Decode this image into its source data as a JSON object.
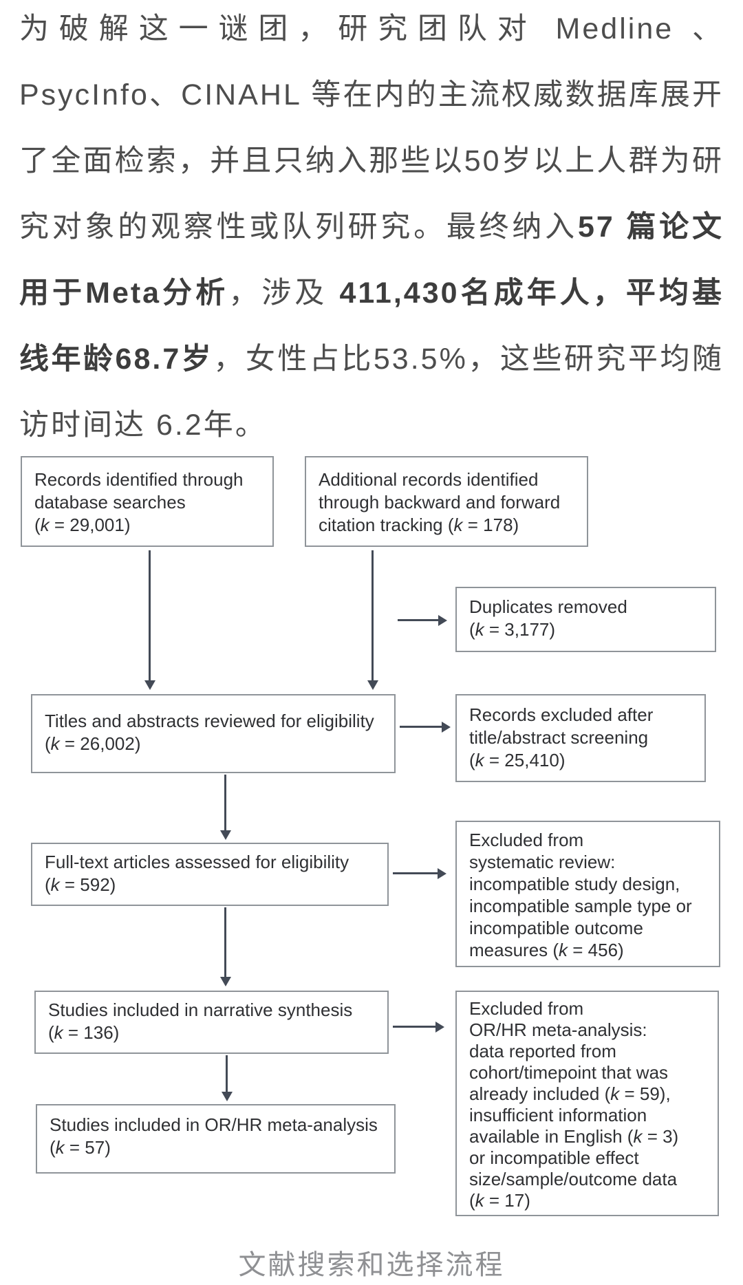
{
  "intro": {
    "seg0": "为破解这一谜团，研究团队对 Medline 、PsycInfo、CINAHL 等在内的主流权威数据库展开了全面检索，并且只纳入那些以50岁以上人群为研究对象的观察性或队列研究。最终纳入",
    "seg1": "57 篇论文用于Meta分析",
    "seg2": "，涉及 ",
    "seg3": "411,430名成年人，平均基线年龄68.7岁",
    "seg4": "，女性占比53.5%，这些研究平均随访时间达 6.2年。"
  },
  "diagram": {
    "caption": "文献搜索和选择流程",
    "boxes": {
      "identified": {
        "lines": [
          [
            {
              "t": "Records identified through"
            }
          ],
          [
            {
              "t": "database searches"
            }
          ],
          [
            {
              "t": "("
            },
            {
              "t": "k",
              "i": true
            },
            {
              "t": " = 29,001)"
            }
          ]
        ]
      },
      "additional": {
        "lines": [
          [
            {
              "t": "Additional records identified"
            }
          ],
          [
            {
              "t": "through backward and forward"
            }
          ],
          [
            {
              "t": "citation tracking ("
            },
            {
              "t": "k",
              "i": true
            },
            {
              "t": " = 178)"
            }
          ]
        ]
      },
      "duplicates": {
        "lines": [
          [
            {
              "t": "Duplicates removed"
            }
          ],
          [
            {
              "t": "("
            },
            {
              "t": "k",
              "i": true
            },
            {
              "t": " = 3,177)"
            }
          ]
        ]
      },
      "titles": {
        "lines": [
          [
            {
              "t": "Titles and abstracts reviewed for eligibility"
            }
          ],
          [
            {
              "t": "("
            },
            {
              "t": "k",
              "i": true
            },
            {
              "t": " = 26,002)"
            }
          ]
        ]
      },
      "titles_excluded": {
        "lines": [
          [
            {
              "t": "Records excluded after"
            }
          ],
          [
            {
              "t": "title/abstract screening"
            }
          ],
          [
            {
              "t": "("
            },
            {
              "t": "k",
              "i": true
            },
            {
              "t": " = 25,410)"
            }
          ]
        ]
      },
      "fulltext": {
        "lines": [
          [
            {
              "t": "Full-text articles assessed for eligibility"
            }
          ],
          [
            {
              "t": "("
            },
            {
              "t": "k",
              "i": true
            },
            {
              "t": " = 592)"
            }
          ]
        ]
      },
      "fulltext_excluded": {
        "lines": [
          [
            {
              "t": "Excluded from"
            }
          ],
          [
            {
              "t": "systematic review:"
            }
          ],
          [
            {
              "t": "incompatible study design,"
            }
          ],
          [
            {
              "t": "incompatible sample type or"
            }
          ],
          [
            {
              "t": "incompatible outcome"
            }
          ],
          [
            {
              "t": "measures ("
            },
            {
              "t": "k",
              "i": true
            },
            {
              "t": " = 456)"
            }
          ]
        ]
      },
      "narrative": {
        "lines": [
          [
            {
              "t": "Studies included in narrative synthesis"
            }
          ],
          [
            {
              "t": "("
            },
            {
              "t": "k",
              "i": true
            },
            {
              "t": " = 136)"
            }
          ]
        ]
      },
      "narrative_excluded": {
        "lines": [
          [
            {
              "t": "Excluded from"
            }
          ],
          [
            {
              "t": "OR/HR meta-analysis:"
            }
          ],
          [
            {
              "t": "data reported from"
            }
          ],
          [
            {
              "t": "cohort/timepoint that was"
            }
          ],
          [
            {
              "t": "already included ("
            },
            {
              "t": "k",
              "i": true
            },
            {
              "t": " = 59),"
            }
          ],
          [
            {
              "t": "insufficient information"
            }
          ],
          [
            {
              "t": "available in English ("
            },
            {
              "t": "k",
              "i": true
            },
            {
              "t": " = 3)"
            }
          ],
          [
            {
              "t": "or incompatible effect"
            }
          ],
          [
            {
              "t": "size/sample/outcome data"
            }
          ],
          [
            {
              "t": "("
            },
            {
              "t": "k",
              "i": true
            },
            {
              "t": " = 17)"
            }
          ]
        ]
      }
    },
    "meta_box": {
      "lines": [
        [
          {
            "t": "Studies included in OR/HR meta-analysis"
          }
        ],
        [
          {
            "t": "("
          },
          {
            "t": "k",
            "i": true
          },
          {
            "t": " = 57)"
          }
        ]
      ]
    }
  },
  "colors": {
    "background": "#ffffff",
    "intro_text": "#4d4d4d",
    "box_border": "#8f9499",
    "box_text": "#2f3033",
    "arrow": "#434a56",
    "caption_text": "#8f9093"
  }
}
